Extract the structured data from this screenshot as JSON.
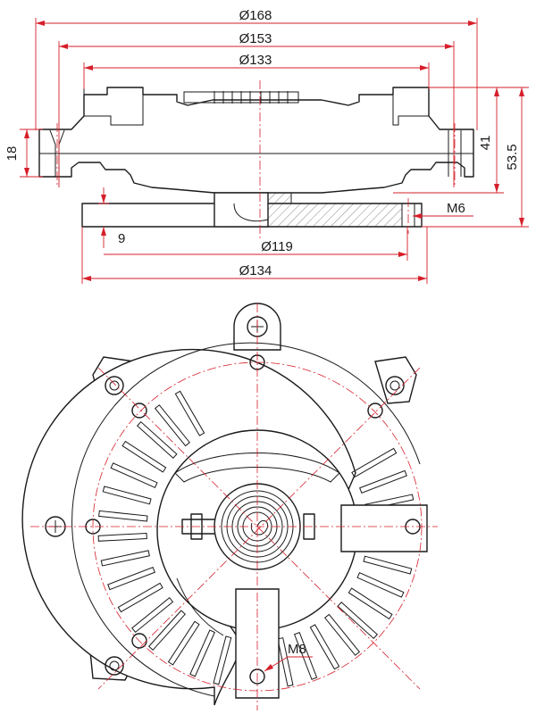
{
  "drawing": {
    "top_view_dimensions": {
      "d168": "Ø168",
      "d153": "Ø153",
      "d133": "Ø133",
      "h18": "18",
      "h41": "41",
      "h53_5": "53.5",
      "m6": "M6",
      "w9": "9",
      "d119": "Ø119",
      "d134": "Ø134"
    },
    "front_view_labels": {
      "m8": "M8"
    },
    "colors": {
      "dimension_lines": "#d61f2a",
      "outline": "#1a1a1a",
      "background": "#ffffff"
    }
  }
}
